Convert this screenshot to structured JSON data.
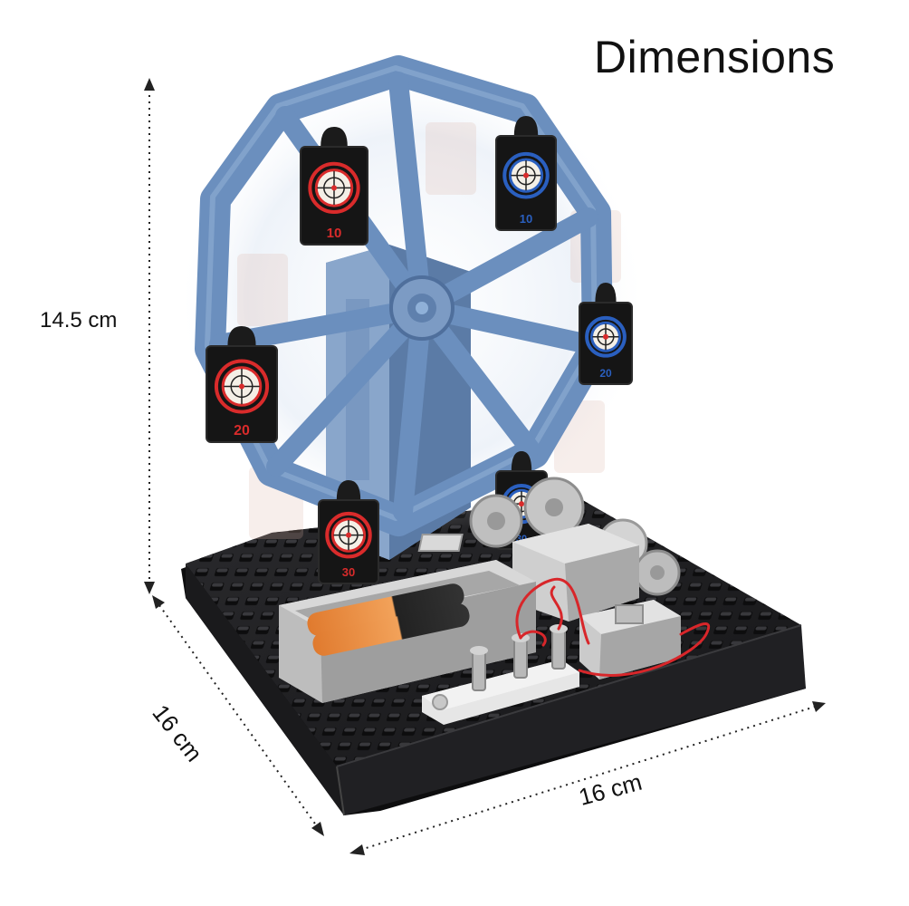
{
  "title": "Dimensions",
  "height_label": "14.5 cm",
  "depth_label": "16 cm",
  "width_label": "16 cm",
  "targets": [
    {
      "score": "10"
    },
    {
      "score": "10"
    },
    {
      "score": "20"
    },
    {
      "score": "20"
    },
    {
      "score": "30"
    },
    {
      "score": "30"
    }
  ],
  "colors": {
    "wheel": "#6b8fbe",
    "wheel_dark": "#4f6f9c",
    "base": "#1e1e20",
    "module": "#c9c9c9",
    "wire": "#d8262a",
    "target_red": "#d92b2b",
    "target_blue": "#2a5fbf"
  }
}
